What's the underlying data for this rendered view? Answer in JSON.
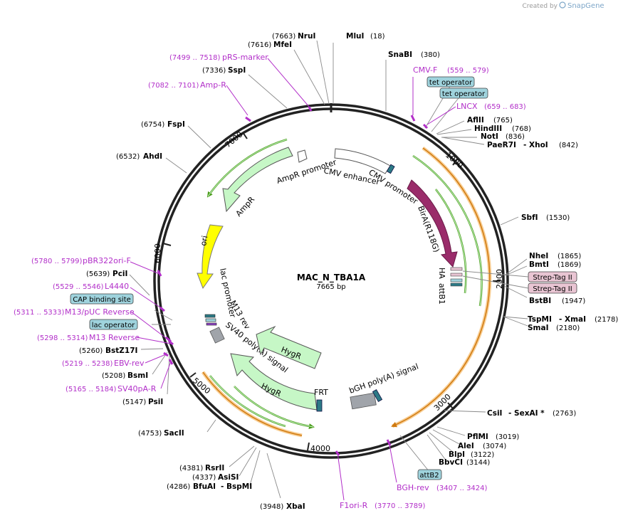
{
  "credit": {
    "prefix": "Created by",
    "brand": "SnapGene"
  },
  "plasmid": {
    "name": "MAC_N_TBA1A",
    "length": "7665 bp"
  },
  "ticks": [
    "1000",
    "2000",
    "3000",
    "4000",
    "5000",
    "6000",
    "7000"
  ],
  "sites": {
    "mlui": {
      "name": "MluI",
      "pos": "(18)"
    },
    "nrui": {
      "name": "NruI",
      "pos": "(7663)"
    },
    "mfei": {
      "name": "MfeI",
      "pos": "(7616)"
    },
    "sspi": {
      "name": "SspI",
      "pos": "(7336)"
    },
    "snabi": {
      "name": "SnaBI",
      "pos": "(380)"
    },
    "afliii": {
      "name": "AflII",
      "pos": "(765)"
    },
    "hindiii": {
      "name": "HindIII",
      "pos": "(768)"
    },
    "noti": {
      "name": "NotI",
      "pos": "(836)"
    },
    "paer7i": {
      "name": "PaeR7I",
      "sep": "- XhoI",
      "pos": "(842)"
    },
    "fspi": {
      "name": "FspI",
      "pos": "(6754)"
    },
    "ahdi": {
      "name": "AhdI",
      "pos": "(6532)"
    },
    "sbfi": {
      "name": "SbfI",
      "pos": "(1530)"
    },
    "nhei": {
      "name": "NheI",
      "pos": "(1865)"
    },
    "bmti": {
      "name": "BmtI",
      "pos": "(1869)"
    },
    "bstbi": {
      "name": "BstBI",
      "pos": "(1947)"
    },
    "tspmi": {
      "name": "TspMI",
      "sep": "- XmaI",
      "pos": "(2178)"
    },
    "smai": {
      "name": "SmaI",
      "pos": "(2180)"
    },
    "pcii": {
      "name": "PciI",
      "pos": "(5639)"
    },
    "bstz17i": {
      "name": "BstZ17I",
      "pos": "(5260)"
    },
    "bsmi": {
      "name": "BsmI",
      "pos": "(5208)"
    },
    "psii": {
      "name": "PsiI",
      "pos": "(5147)"
    },
    "csii": {
      "name": "CsiI",
      "sep": "- SexAI *",
      "pos": "(2763)"
    },
    "pflmi": {
      "name": "PflMI",
      "pos": "(3019)"
    },
    "alei": {
      "name": "AleI",
      "pos": "(3074)"
    },
    "blpi": {
      "name": "BlpI",
      "pos": "(3122)"
    },
    "bbvci": {
      "name": "BbvCI",
      "pos": "(3144)"
    },
    "sacii": {
      "name": "SacII",
      "pos": "(4753)"
    },
    "rsrii": {
      "name": "RsrII",
      "pos": "(4381)"
    },
    "asisi": {
      "name": "AsiSI",
      "pos": "(4337)"
    },
    "bfuai": {
      "name": "BfuAI",
      "sep": "- BspMI",
      "pos": "(4286)"
    },
    "xbai": {
      "name": "XbaI",
      "pos": "(3948)"
    }
  },
  "primers": {
    "prs": {
      "range": "(7499 .. 7518)",
      "name": "pRS-marker"
    },
    "ampr": {
      "range": "(7082 .. 7101)",
      "name": "Amp-R"
    },
    "cmvf": {
      "name": "CMV-F",
      "range": "(559 .. 579)"
    },
    "lncx": {
      "name": "LNCX",
      "range": "(659 .. 683)"
    },
    "pbr322": {
      "range": "(5780 .. 5799)",
      "name": "pBR322ori-F"
    },
    "l4440": {
      "range": "(5529 .. 5546)",
      "name": "L4440"
    },
    "m13puc": {
      "range": "(5311 .. 5333)",
      "name": "M13/pUC Reverse"
    },
    "m13rev": {
      "range": "(5298 .. 5314)",
      "name": "M13 Reverse"
    },
    "ebv": {
      "range": "(5219 .. 5238)",
      "name": "EBV-rev"
    },
    "sv40pa": {
      "range": "(5165 .. 5184)",
      "name": "SV40pA-R"
    },
    "f1ori": {
      "name": "F1ori-R",
      "range": "(3770 .. 3789)"
    },
    "bgh": {
      "name": "BGH-rev",
      "range": "(3407 .. 3424)"
    }
  },
  "boxes": {
    "tet1": "tet operator",
    "tet2": "tet operator",
    "cap": "CAP binding site",
    "lacop": "lac operator",
    "strep1": "Strep-Tag II",
    "strep2": "Strep-Tag II",
    "attb2": "attB2"
  },
  "features": {
    "amprom": "AmpR promoter",
    "ampr": "AmpR",
    "cmvenh": "CMV enhancer",
    "cmvprom": "CMV promoter",
    "bira": "BirA(R118G)",
    "ha": "HA",
    "attb1": "attB1",
    "ori": "ori",
    "lacprom": "lac promoter",
    "m13rev": "M13 rev",
    "sv40": "SV40 poly(A) signal",
    "hygr1": "HygR",
    "hygr2": "HygR",
    "frt": "FRT",
    "bgh": "bGH poly(A) signal"
  },
  "colors": {
    "primer": "#b22fc9",
    "ampr": "#c6f7c6",
    "bira": "#9a2c6a",
    "ori": "#ffff00",
    "orf_line": "#4a9a1a",
    "orange_line": "#f0a23c",
    "operator_box": "#9fd3dd",
    "strep_box": "#e9c5d3"
  }
}
